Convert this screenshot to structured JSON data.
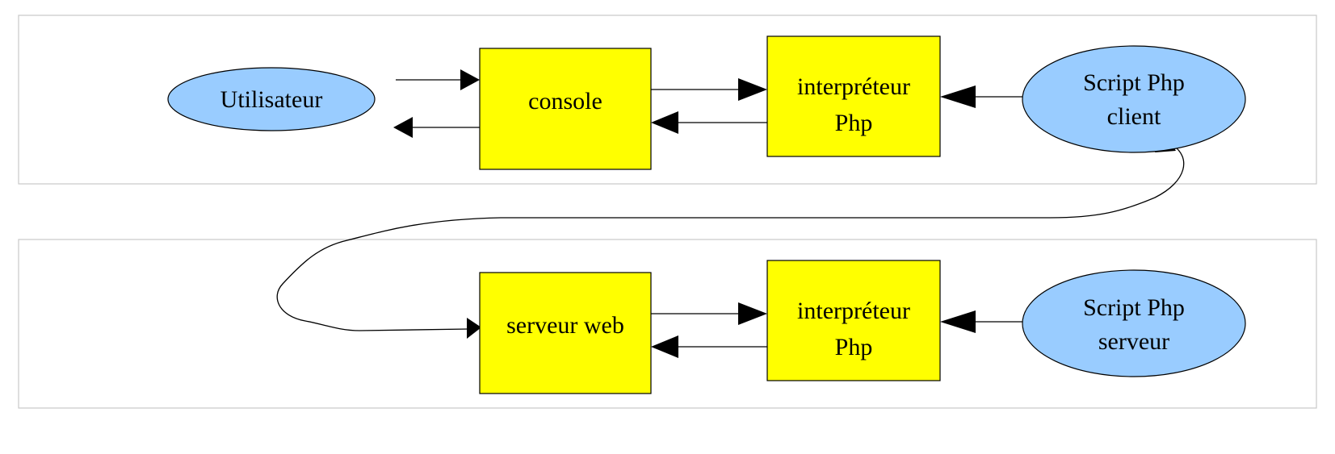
{
  "diagram": {
    "top_row": {
      "user": {
        "label": "Utilisateur",
        "color": "#99ccff"
      },
      "console": {
        "label": "console",
        "color": "#ffff00"
      },
      "interpreter": {
        "line1": "interpréteur",
        "line2": "Php",
        "color": "#ffff00"
      },
      "script": {
        "line1": "Script Php",
        "line2": "client",
        "color": "#99ccff"
      }
    },
    "bottom_row": {
      "webserver": {
        "label": "serveur web",
        "color": "#ffff00"
      },
      "interpreter": {
        "line1": "interpréteur",
        "line2": "Php",
        "color": "#ffff00"
      },
      "script": {
        "line1": "Script Php",
        "line2": "serveur",
        "color": "#99ccff"
      }
    },
    "edges": [
      {
        "from": "top_row.user",
        "to": "top_row.console"
      },
      {
        "from": "top_row.console",
        "to": "top_row.user"
      },
      {
        "from": "top_row.console",
        "to": "top_row.interpreter"
      },
      {
        "from": "top_row.interpreter",
        "to": "top_row.console"
      },
      {
        "from": "top_row.script",
        "to": "top_row.interpreter"
      },
      {
        "from": "bottom_row.webserver",
        "to": "top_row.script"
      },
      {
        "from": "top_row.script",
        "to": "bottom_row.webserver"
      },
      {
        "from": "bottom_row.webserver",
        "to": "bottom_row.interpreter"
      },
      {
        "from": "bottom_row.interpreter",
        "to": "bottom_row.webserver"
      },
      {
        "from": "bottom_row.script",
        "to": "bottom_row.interpreter"
      }
    ]
  }
}
